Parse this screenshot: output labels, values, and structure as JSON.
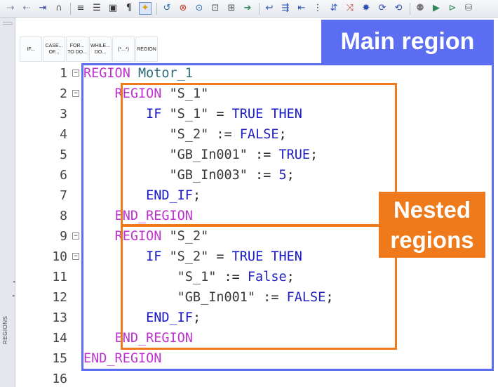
{
  "toolbar": {
    "icons": [
      {
        "name": "indent-icon",
        "glyph": "⇢"
      },
      {
        "name": "outdent-icon",
        "glyph": "⇠"
      },
      {
        "name": "insert-block-icon",
        "glyph": "⇥"
      },
      {
        "name": "magnet-icon",
        "glyph": "∩"
      },
      {
        "name": "align-left-icon",
        "glyph": "≡"
      },
      {
        "name": "list-icon",
        "glyph": "☰"
      },
      {
        "name": "display-icon",
        "glyph": "▣"
      },
      {
        "name": "format-icon",
        "glyph": "¶"
      },
      {
        "name": "magic-wand-icon",
        "glyph": "✦"
      },
      {
        "name": "breakpoint-set-icon",
        "glyph": "↺"
      },
      {
        "name": "breakpoint-delete-icon",
        "glyph": "⊗"
      },
      {
        "name": "breakpoint-toggle-icon",
        "glyph": "⊙"
      },
      {
        "name": "bookmark-icon",
        "glyph": "⊡"
      },
      {
        "name": "grid-icon",
        "glyph": "⊞"
      },
      {
        "name": "go-to-icon",
        "glyph": "➔"
      },
      {
        "name": "step-into-icon",
        "glyph": "↩"
      },
      {
        "name": "step-over-icon",
        "glyph": "⇶"
      },
      {
        "name": "step-out-icon",
        "glyph": "⇤"
      },
      {
        "name": "columns-icon",
        "glyph": "⋮"
      },
      {
        "name": "sort-icon",
        "glyph": "⇵"
      },
      {
        "name": "network-icon",
        "glyph": "⤨"
      },
      {
        "name": "highlight-icon",
        "glyph": "✸"
      },
      {
        "name": "refresh-icon",
        "glyph": "⟳"
      },
      {
        "name": "sync-icon",
        "glyph": "⟲"
      },
      {
        "name": "users-icon",
        "glyph": "⚉"
      },
      {
        "name": "monitor-icon",
        "glyph": "▶"
      },
      {
        "name": "watch-icon",
        "glyph": "⊳"
      },
      {
        "name": "database-icon",
        "glyph": "⛁"
      }
    ]
  },
  "left_strip": {
    "label": "REGIONS"
  },
  "snippets": [
    {
      "name": "snippet-if",
      "line1": "IF...",
      "line2": ""
    },
    {
      "name": "snippet-case",
      "line1": "CASE...",
      "line2": "OF..."
    },
    {
      "name": "snippet-for",
      "line1": "FOR...",
      "line2": "TO DO..."
    },
    {
      "name": "snippet-while",
      "line1": "WHILE...",
      "line2": "DO..."
    },
    {
      "name": "snippet-comment",
      "line1": "(*...*)",
      "line2": ""
    },
    {
      "name": "snippet-region",
      "line1": "REGION",
      "line2": ""
    }
  ],
  "code": {
    "line_numbers": [
      "1",
      "2",
      "3",
      "4",
      "5",
      "6",
      "7",
      "8",
      "9",
      "10",
      "11",
      "12",
      "13",
      "14",
      "15",
      "16"
    ],
    "lines": [
      [
        {
          "t": "REGION",
          "c": "kw-region"
        },
        {
          "t": " ",
          "c": "op"
        },
        {
          "t": "Motor_1",
          "c": "ident"
        }
      ],
      [
        {
          "t": "    ",
          "c": "op"
        },
        {
          "t": "REGION",
          "c": "kw-region"
        },
        {
          "t": " ",
          "c": "op"
        },
        {
          "t": "\"S_1\"",
          "c": "str"
        }
      ],
      [
        {
          "t": "        ",
          "c": "op"
        },
        {
          "t": "IF",
          "c": "kw-flow"
        },
        {
          "t": " ",
          "c": "op"
        },
        {
          "t": "\"S_1\"",
          "c": "str"
        },
        {
          "t": " = ",
          "c": "op"
        },
        {
          "t": "TRUE",
          "c": "kw-flow"
        },
        {
          "t": " ",
          "c": "op"
        },
        {
          "t": "THEN",
          "c": "kw-flow"
        }
      ],
      [
        {
          "t": "           ",
          "c": "op"
        },
        {
          "t": "\"S_2\"",
          "c": "str"
        },
        {
          "t": " := ",
          "c": "op"
        },
        {
          "t": "FALSE",
          "c": "lit"
        },
        {
          "t": ";",
          "c": "punct"
        }
      ],
      [
        {
          "t": "           ",
          "c": "op"
        },
        {
          "t": "\"GB_In001\"",
          "c": "str"
        },
        {
          "t": " := ",
          "c": "op"
        },
        {
          "t": "TRUE",
          "c": "lit"
        },
        {
          "t": ";",
          "c": "punct"
        }
      ],
      [
        {
          "t": "           ",
          "c": "op"
        },
        {
          "t": "\"GB_In003\"",
          "c": "str"
        },
        {
          "t": " := ",
          "c": "op"
        },
        {
          "t": "5",
          "c": "lit"
        },
        {
          "t": ";",
          "c": "punct"
        }
      ],
      [
        {
          "t": "        ",
          "c": "op"
        },
        {
          "t": "END_IF",
          "c": "kw-flow"
        },
        {
          "t": ";",
          "c": "punct"
        }
      ],
      [
        {
          "t": "    ",
          "c": "op"
        },
        {
          "t": "END_REGION",
          "c": "kw-region"
        }
      ],
      [
        {
          "t": "    ",
          "c": "op"
        },
        {
          "t": "REGION",
          "c": "kw-region"
        },
        {
          "t": " ",
          "c": "op"
        },
        {
          "t": "\"S_2\"",
          "c": "str"
        }
      ],
      [
        {
          "t": "        ",
          "c": "op"
        },
        {
          "t": "IF",
          "c": "kw-flow"
        },
        {
          "t": " ",
          "c": "op"
        },
        {
          "t": "\"S_2\"",
          "c": "str"
        },
        {
          "t": " = ",
          "c": "op"
        },
        {
          "t": "TRUE",
          "c": "kw-flow"
        },
        {
          "t": " ",
          "c": "op"
        },
        {
          "t": "THEN",
          "c": "kw-flow"
        }
      ],
      [
        {
          "t": "            ",
          "c": "op"
        },
        {
          "t": "\"S_1\"",
          "c": "str"
        },
        {
          "t": " := ",
          "c": "op"
        },
        {
          "t": "False",
          "c": "lit"
        },
        {
          "t": ";",
          "c": "punct"
        }
      ],
      [
        {
          "t": "            ",
          "c": "op"
        },
        {
          "t": "\"GB_In001\"",
          "c": "str"
        },
        {
          "t": " := ",
          "c": "op"
        },
        {
          "t": "FALSE",
          "c": "lit"
        },
        {
          "t": ";",
          "c": "punct"
        }
      ],
      [
        {
          "t": "        ",
          "c": "op"
        },
        {
          "t": "END_IF",
          "c": "kw-flow"
        },
        {
          "t": ";",
          "c": "punct"
        }
      ],
      [
        {
          "t": "    ",
          "c": "op"
        },
        {
          "t": "END_REGION",
          "c": "kw-region"
        }
      ],
      [
        {
          "t": "END_REGION",
          "c": "kw-region"
        }
      ],
      []
    ],
    "fold_lines": [
      "1",
      "2",
      "9",
      "10"
    ]
  },
  "annotations": {
    "main_label": "Main region",
    "nested_label_line1": "Nested",
    "nested_label_line2": "regions",
    "main_color": "#5b6ef2",
    "nested_color": "#ef7a1b"
  }
}
